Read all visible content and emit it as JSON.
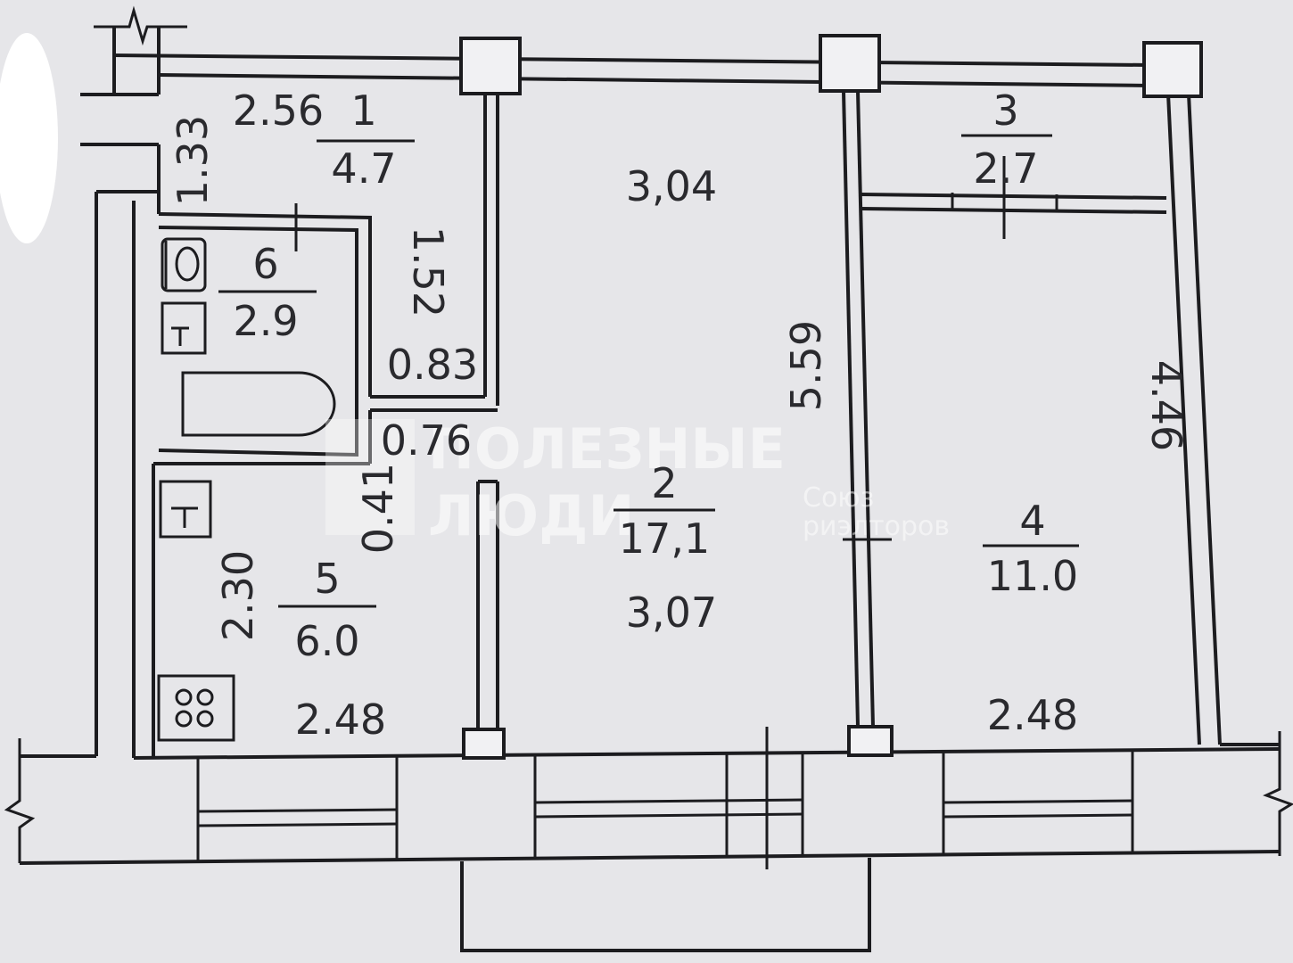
{
  "rooms": [
    {
      "id": "1",
      "number": "1",
      "area": "4.7"
    },
    {
      "id": "2",
      "number": "2",
      "area": "17,1"
    },
    {
      "id": "3",
      "number": "3",
      "area": "2.7"
    },
    {
      "id": "4",
      "number": "4",
      "area": "11.0"
    },
    {
      "id": "5",
      "number": "5",
      "area": "6.0"
    },
    {
      "id": "6",
      "number": "6",
      "area": "2.9"
    }
  ],
  "dimensions": {
    "hall_width": "2.56",
    "hall_depth": "1.33",
    "bath_depth": "1.52",
    "niche_width": "0.83",
    "passage_width": "0.76",
    "passage_depth": "0.41",
    "kitchen_depth": "2.30",
    "kitchen_width": "2.48",
    "living_top_width": "3,04",
    "living_bottom_width": "3,07",
    "living_depth": "5.59",
    "bedroom_depth": "4.46",
    "bedroom_width": "2.48"
  },
  "watermark": {
    "line1": "ПОЛЕЗНЫЕ",
    "line2": "ЛЮДИ",
    "line3": "Союз",
    "line4": "риэлторов"
  }
}
